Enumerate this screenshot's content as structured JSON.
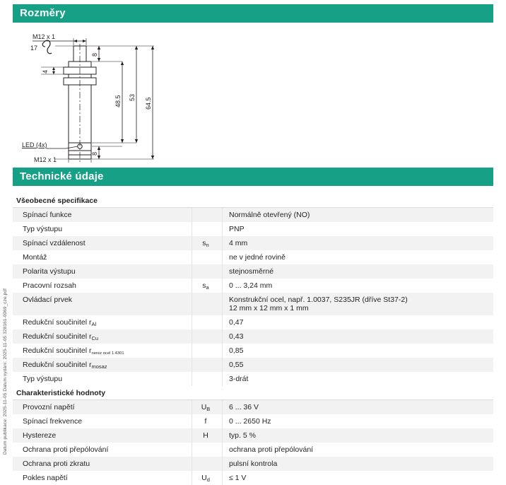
{
  "sections": {
    "dimensions_title": "Rozměry",
    "technical_title": "Technické údaje"
  },
  "colors": {
    "banner": "#16a085",
    "stripe": "#f2f2f2",
    "text": "#231f20"
  },
  "drawing": {
    "thread_top_label": "M12 x 1",
    "thread_bottom_label": "M12 x 1",
    "wrench_size": "17",
    "nut_height": "4",
    "dim_top_8": "8",
    "dim_48_5": "48.5",
    "dim_53": "53",
    "dim_64_5": "64.5",
    "dim_bottom_8": "8",
    "led_label": "LED (4x)"
  },
  "footer_stamp": "Datum publikace: 2025-11-05 Datum vydání: 2025-11-05  328161-0069_cze.pdf",
  "table": {
    "rows": [
      {
        "type": "group",
        "label": "Všeobecné specifikace"
      },
      {
        "type": "data",
        "label": "Spínací funkce",
        "symbol": "",
        "value": "Normálně otevřený (NO)"
      },
      {
        "type": "data",
        "label": "Typ výstupu",
        "symbol": "",
        "value": "PNP"
      },
      {
        "type": "data",
        "label": "Spínací vzdálenost",
        "symbol": "s",
        "symbol_sub": "n",
        "value": "4 mm"
      },
      {
        "type": "data",
        "label": "Montáž",
        "symbol": "",
        "value": "ne v jedné rovině"
      },
      {
        "type": "data",
        "label": "Polarita výstupu",
        "symbol": "",
        "value": "stejnosměrné"
      },
      {
        "type": "data",
        "label": "Pracovní rozsah",
        "symbol": "s",
        "symbol_sub": "a",
        "value": "0 ... 3,24 mm"
      },
      {
        "type": "data",
        "label": "Ovládací prvek",
        "symbol": "",
        "value": "Konstrukční ocel, např. 1.0037, S235JR (dříve St37-2)",
        "value2": "12 mm x 12 mm x 1 mm"
      },
      {
        "type": "data",
        "label": "Redukční součinitel r",
        "label_sub": "Al",
        "symbol": "",
        "value": "0,47"
      },
      {
        "type": "data",
        "label": "Redukční součinitel r",
        "label_sub": "Cu",
        "symbol": "",
        "value": "0,43"
      },
      {
        "type": "data",
        "label": "Redukční součinitel r",
        "label_sub": "nerez ocel 1.4301",
        "label_sub_tiny": true,
        "symbol": "",
        "value": "0,85"
      },
      {
        "type": "data",
        "label": "Redukční součinitel r",
        "label_sub": "mosaz",
        "symbol": "",
        "value": "0,55"
      },
      {
        "type": "data",
        "label": "Typ výstupu",
        "symbol": "",
        "value": "3-drát"
      },
      {
        "type": "group",
        "label": "Charakteristické hodnoty"
      },
      {
        "type": "data",
        "label": "Provozní napětí",
        "symbol": "U",
        "symbol_sub": "B",
        "value": "6 ... 36 V"
      },
      {
        "type": "data",
        "label": "Spínací frekvence",
        "symbol": "f",
        "value": "0 ... 2650 Hz"
      },
      {
        "type": "data",
        "label": "Hystereze",
        "symbol": "H",
        "value": "typ. 5  %"
      },
      {
        "type": "data",
        "label": "Ochrana proti přepólování",
        "symbol": "",
        "value": "ochrana proti přepólování"
      },
      {
        "type": "data",
        "label": "Ochrana proti zkratu",
        "symbol": "",
        "value": "pulsní kontrola"
      },
      {
        "type": "data",
        "label": "Pokles napětí",
        "symbol": "U",
        "symbol_sub": "d",
        "value": "≤ 1 V"
      }
    ]
  }
}
